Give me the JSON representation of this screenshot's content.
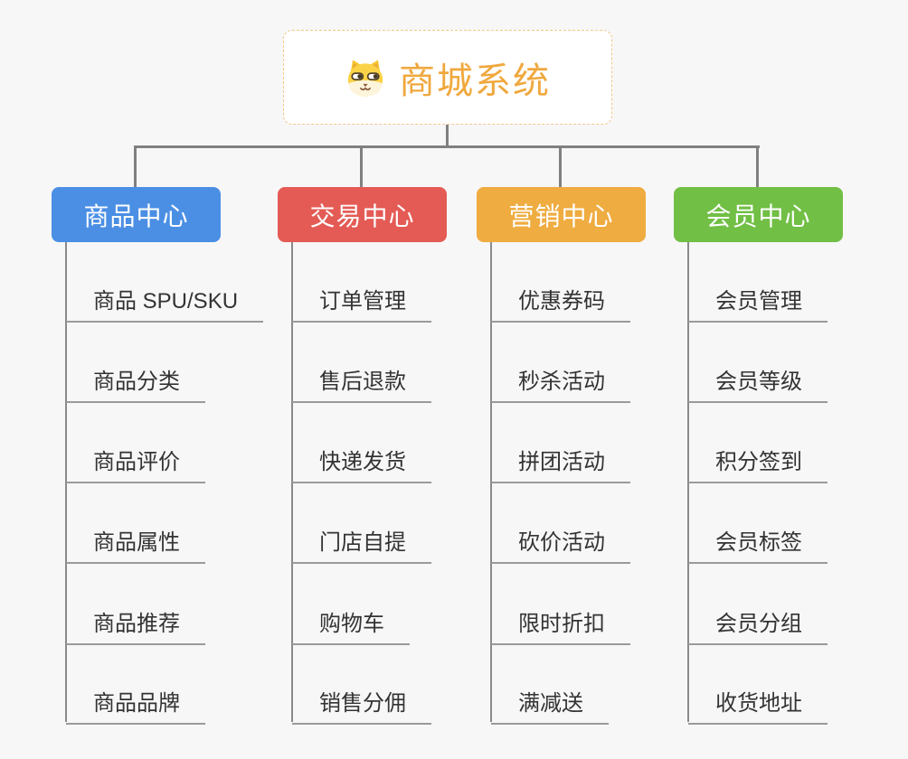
{
  "background_color": "#F7F7F7",
  "connector_color": "#808080",
  "underline_color": "#9A9A9A",
  "leaf_text_color": "#333333",
  "root": {
    "title": "商城系统",
    "icon": "dog-face-icon",
    "title_color": "#F0A83E",
    "border_color": "#F2C689",
    "background": "#FFFFFF"
  },
  "branches": [
    {
      "label": "商品中心",
      "color": "#4B8FE4",
      "items": [
        "商品 SPU/SKU",
        "商品分类",
        "商品评价",
        "商品属性",
        "商品推荐",
        "商品品牌"
      ]
    },
    {
      "label": "交易中心",
      "color": "#E45B55",
      "items": [
        "订单管理",
        "售后退款",
        "快递发货",
        "门店自提",
        "购物车",
        "销售分佣"
      ]
    },
    {
      "label": "营销中心",
      "color": "#EFAC41",
      "items": [
        "优惠券码",
        "秒杀活动",
        "拼团活动",
        "砍价活动",
        "限时折扣",
        "满减送"
      ]
    },
    {
      "label": "会员中心",
      "color": "#71BF45",
      "items": [
        "会员管理",
        "会员等级",
        "积分签到",
        "会员标签",
        "会员分组",
        "收货地址"
      ]
    }
  ]
}
